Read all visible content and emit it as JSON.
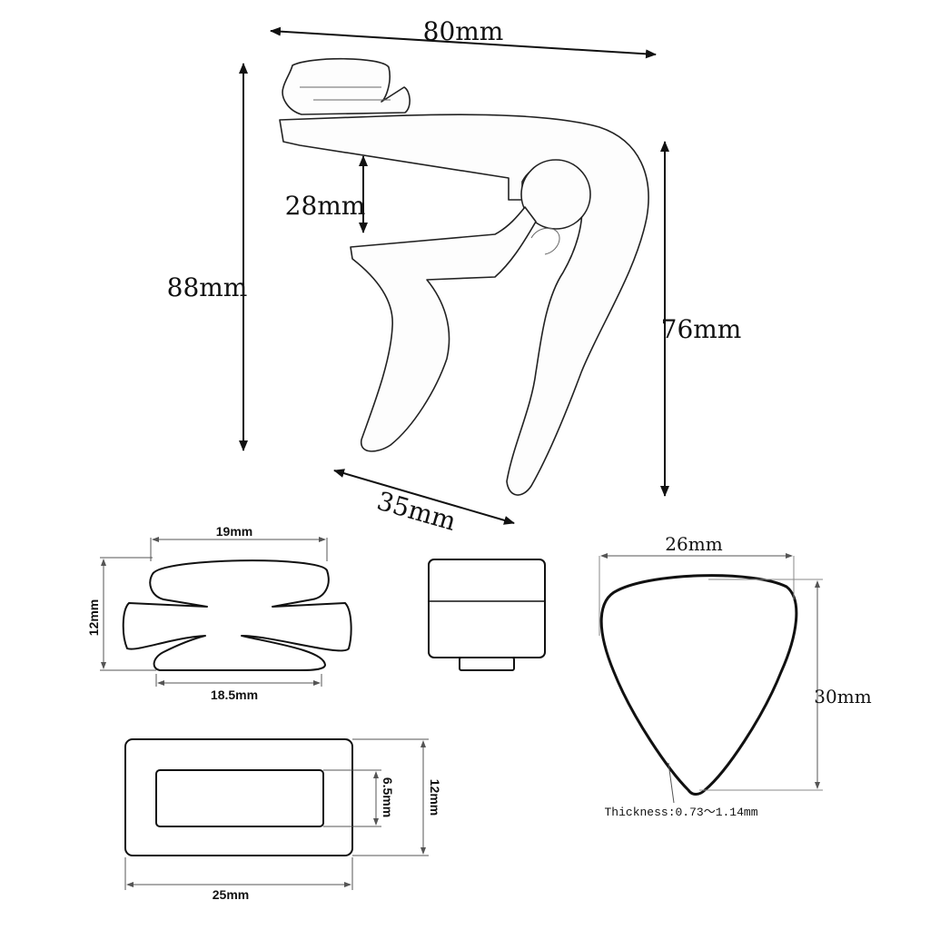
{
  "capo": {
    "width_label": "80mm",
    "height_label": "88mm",
    "gap_label": "28mm",
    "depth_label": "35mm",
    "handle_label": "76mm"
  },
  "pad": {
    "top_width_label": "19mm",
    "bottom_width_label": "18.5mm",
    "height_label": "12mm"
  },
  "sleeve": {
    "width_label": "25mm",
    "inner_height_label": "6.5mm",
    "outer_height_label": "12mm"
  },
  "pick": {
    "width_label": "26mm",
    "height_label": "30mm",
    "thickness_label": "Thickness:0.73～1.14mm"
  }
}
